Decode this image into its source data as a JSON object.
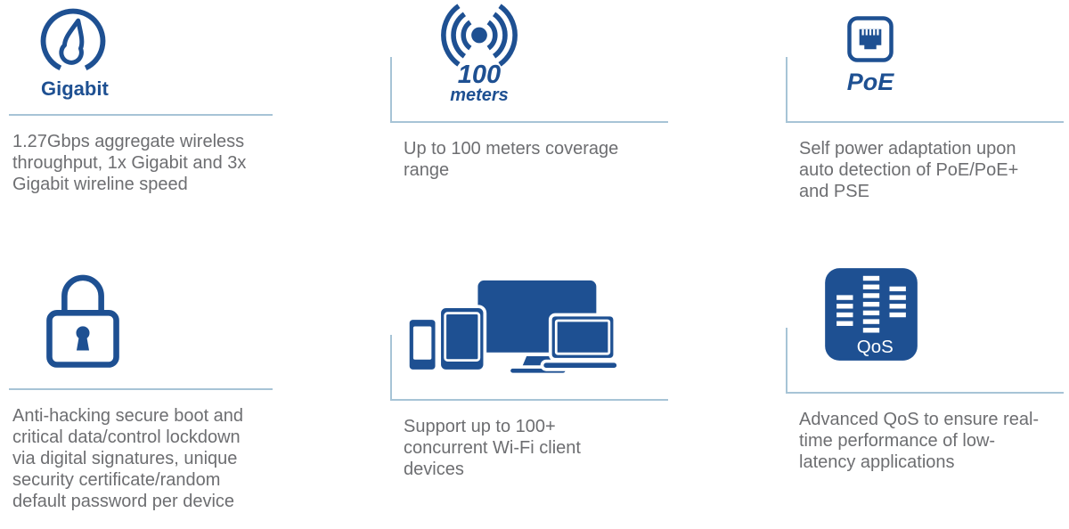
{
  "theme": {
    "accent_blue": "#1e5092",
    "divider_color": "#a7c4d6",
    "body_text_color": "#6d6e71",
    "background": "#ffffff"
  },
  "features": [
    {
      "name": "gigabit",
      "icon": "speedometer-icon",
      "label": "Gigabit",
      "description": "1.27Gbps aggregate wireless throughput, 1x Gigabit and 3x Gigabit wireline speed"
    },
    {
      "name": "coverage-range",
      "icon": "wifi-broadcast-icon",
      "label_primary": "100",
      "label_secondary": "meters",
      "description": "Up to 100 meters coverage range"
    },
    {
      "name": "poe",
      "icon": "ethernet-port-icon",
      "label": "PoE",
      "description": "Self power adaptation upon auto detection of PoE/PoE+ and PSE"
    },
    {
      "name": "security",
      "icon": "padlock-icon",
      "description": "Anti-hacking secure boot and critical data/control lockdown via digital signatures, unique security certificate/random default password per device"
    },
    {
      "name": "wifi-clients",
      "icon": "client-devices-icon",
      "description": "Support up to 100+ concurrent Wi-Fi client devices"
    },
    {
      "name": "qos",
      "icon": "equalizer-icon",
      "label": "QoS",
      "description": "Advanced QoS to ensure real-time performance of low-latency applications"
    }
  ]
}
